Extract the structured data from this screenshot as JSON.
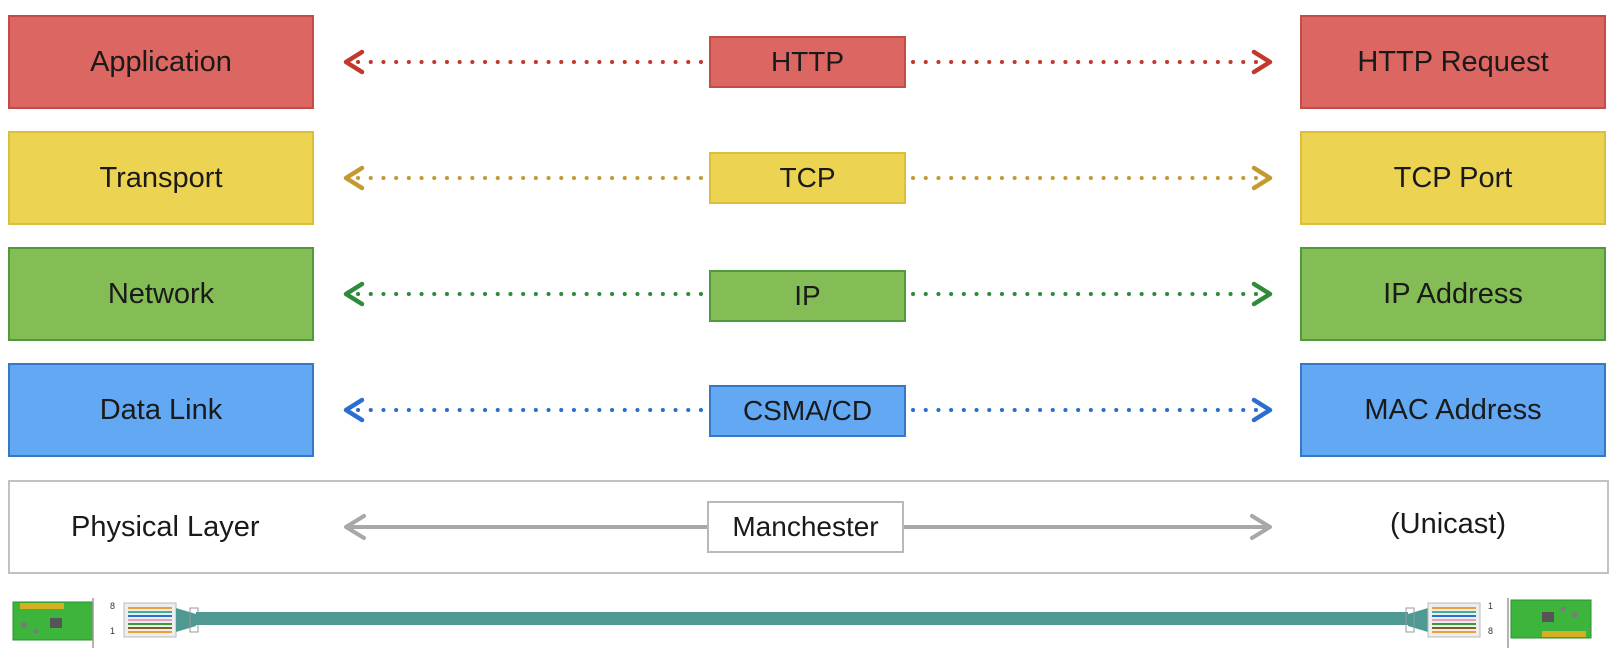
{
  "layers": [
    {
      "left": "Application",
      "protocol": "HTTP",
      "right": "HTTP Request",
      "color": "#dc6661",
      "arrow_color": "#c0392b"
    },
    {
      "left": "Transport",
      "protocol": "TCP",
      "right": "TCP Port",
      "color": "#ecd352",
      "arrow_color": "#c49a30"
    },
    {
      "left": "Network",
      "protocol": "IP",
      "right": "IP Address",
      "color": "#84bd55",
      "arrow_color": "#2e8b3a"
    },
    {
      "left": "Data Link",
      "protocol": "CSMA/CD",
      "right": "MAC Address",
      "color": "#62a8f3",
      "arrow_color": "#2a6fcf"
    }
  ],
  "physical": {
    "left": "Physical Layer",
    "protocol": "Manchester",
    "right": "(Unicast)",
    "arrow_color": "#a8a8a8"
  },
  "cable": {
    "left_pin_top": "8",
    "left_pin_bottom": "1",
    "right_pin_top": "1",
    "right_pin_bottom": "8",
    "cable_color": "#4e9a92",
    "card_color": "#3db53d"
  }
}
